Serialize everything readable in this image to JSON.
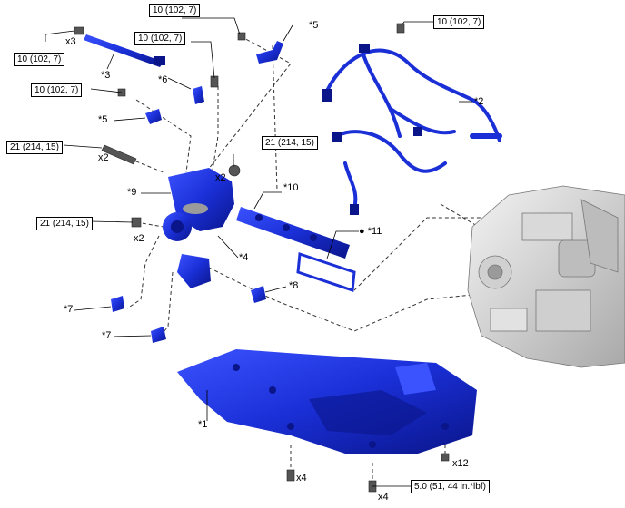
{
  "torques": {
    "t_top_left": "10 (102, 7)",
    "t_top_mid": "10 (102, 7)",
    "t_top_right": "10 (102, 7)",
    "t_mid_left": "10 (102, 7)",
    "t_mid_left2": "10 (102, 7)",
    "t_21_a": "21 (214, 15)",
    "t_21_b": "21 (214, 15)",
    "t_21_c": "21 (214, 15)",
    "t_bottom": "5.0 (51, 44 in.*lbf)"
  },
  "callouts": {
    "c1": "*1",
    "c2": "*2",
    "c3": "*3",
    "c4": "*4",
    "c5a": "*5",
    "c5b": "*5",
    "c6": "*6",
    "c7a": "*7",
    "c7b": "*7",
    "c8": "*8",
    "c9": "*9",
    "c10": "*10",
    "c11": "● *11"
  },
  "quantities": {
    "q_x3": "x3",
    "q_x2a": "x2",
    "q_x2b": "x2",
    "q_x2c": "x2",
    "q_x12": "x12",
    "q_x4a": "x4",
    "q_x4b": "x4"
  },
  "colors": {
    "part_blue": "#1a2fd6",
    "part_dark": "#0a158a",
    "engine_gray": "#c8c8c8"
  }
}
